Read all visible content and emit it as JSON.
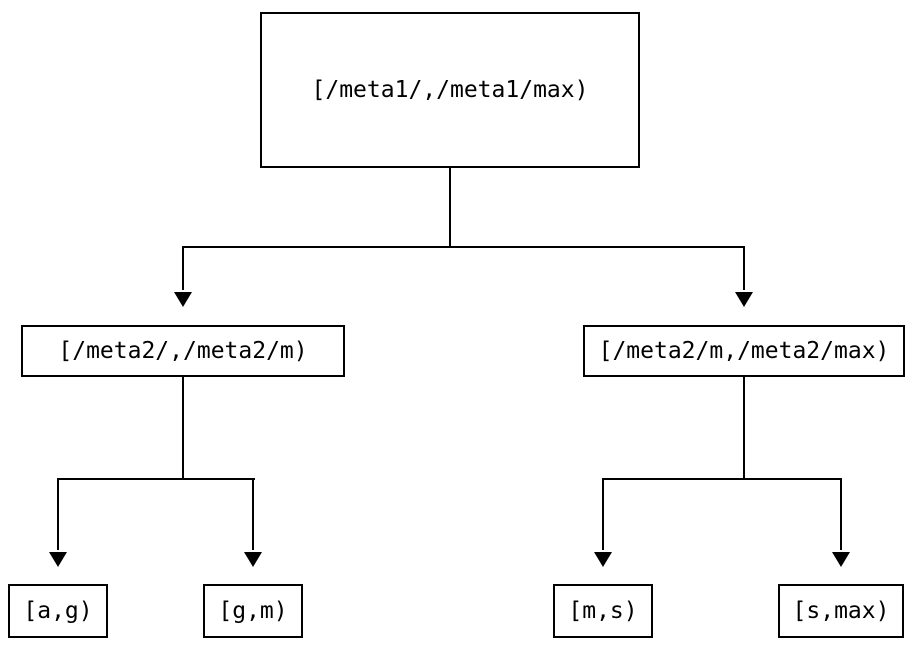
{
  "diagram": {
    "colors": {
      "background": "#ffffff",
      "line": "#000000",
      "text": "#000000"
    },
    "nodes": {
      "root": {
        "label": "[/meta1/,/meta1/max)"
      },
      "meta2_low": {
        "label": "[/meta2/,/meta2/m)"
      },
      "meta2_high": {
        "label": "[/meta2/m,/meta2/max)"
      },
      "leaf_a_g": {
        "label": "[a,g)"
      },
      "leaf_g_m": {
        "label": "[g,m)"
      },
      "leaf_m_s": {
        "label": "[m,s)"
      },
      "leaf_s_max": {
        "label": "[s,max)"
      }
    }
  }
}
